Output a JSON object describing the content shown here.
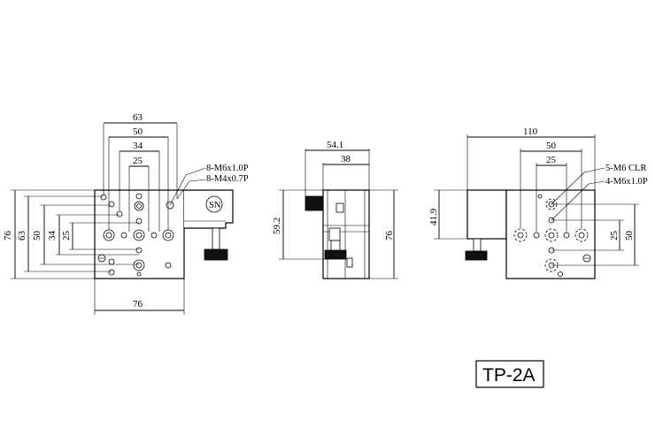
{
  "front_view": {
    "dim_63": "63",
    "dim_50": "50",
    "dim_34": "34",
    "dim_25": "25",
    "dim_76_bottom": "76",
    "dim_76_left": "76",
    "dim_63_left": "63",
    "dim_50_left": "50",
    "dim_34_left": "34",
    "dim_25_left": "25",
    "note_m6": "8-M6x1.0P",
    "note_m4": "8-M4x0.7P",
    "logo_text": "SN"
  },
  "side_view": {
    "dim_54_1": "54.1",
    "dim_38": "38",
    "dim_59_2": "59.2",
    "dim_76": "76"
  },
  "right_view": {
    "dim_110": "110",
    "dim_50": "50",
    "dim_25": "25",
    "dim_41_9": "41.9",
    "dim_25_right": "25",
    "dim_50_right": "50",
    "note_clr": "5-M6 CLR",
    "note_m6": "4-M6x1.0P"
  },
  "model_label": "TP-2A"
}
